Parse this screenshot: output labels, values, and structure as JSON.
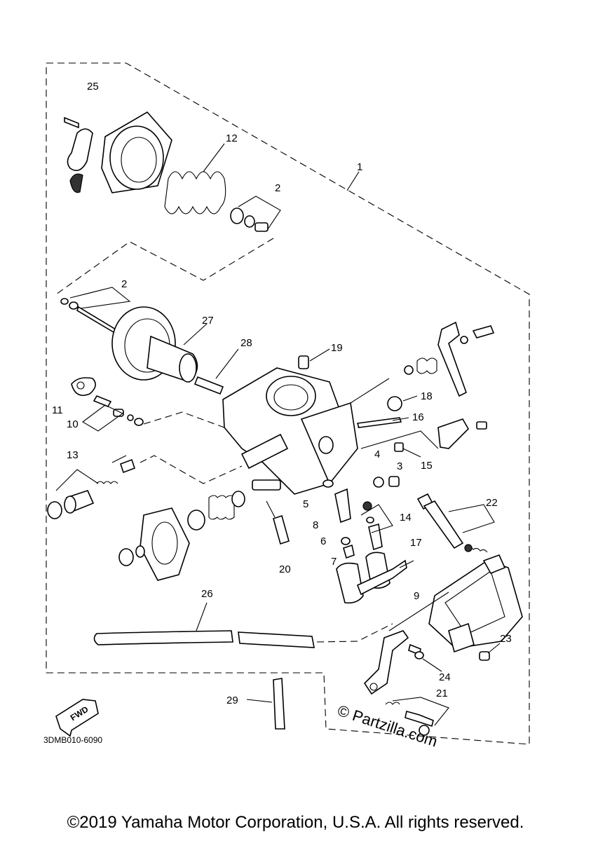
{
  "diagram": {
    "drawing_code": "3DMB010-6090",
    "fwd_label": "FWD",
    "watermark": "© Partzilla.com",
    "callouts": [
      "1",
      "2",
      "2",
      "3",
      "4",
      "5",
      "6",
      "7",
      "8",
      "9",
      "10",
      "11",
      "12",
      "13",
      "14",
      "15",
      "16",
      "17",
      "18",
      "19",
      "20",
      "21",
      "22",
      "23",
      "24",
      "25",
      "26",
      "27",
      "28",
      "29"
    ]
  },
  "footer": {
    "copyright": "©2019 Yamaha Motor Corporation, U.S.A. All rights reserved."
  }
}
